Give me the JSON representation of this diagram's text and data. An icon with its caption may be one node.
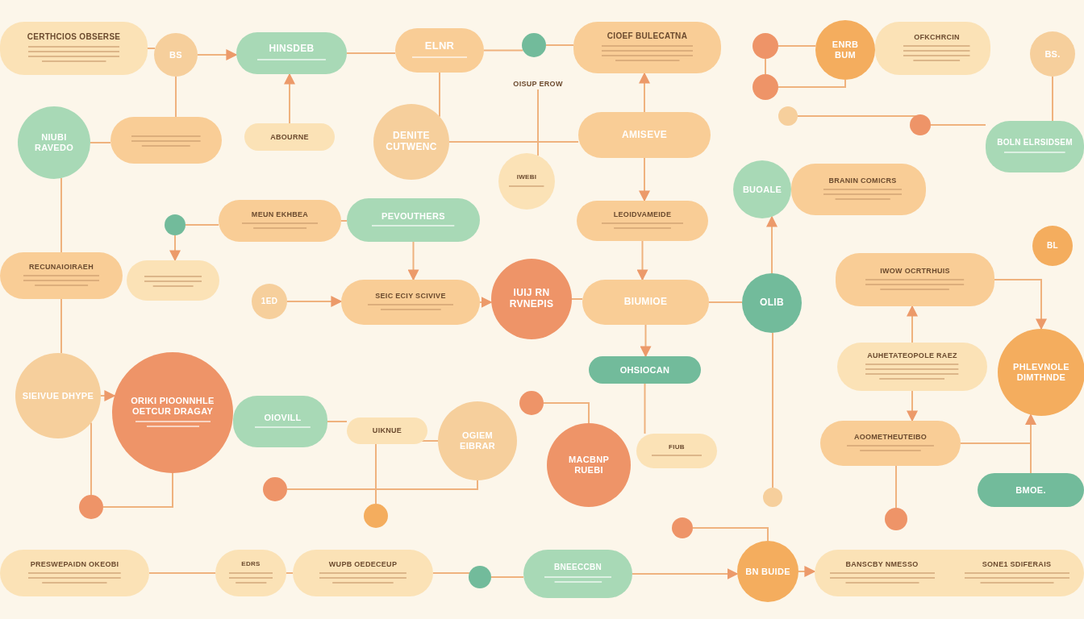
{
  "diagram": {
    "nodes": [
      {
        "text": [
          "CERTHCIOS OBSERSE"
        ]
      },
      {
        "text": [
          "BS"
        ]
      },
      {
        "text": [
          "HINSDEB"
        ]
      },
      {
        "text": [
          "ELNR"
        ]
      },
      {
        "text": [],
        "shape": "circle"
      },
      {
        "text": [
          "CIOEF BULECATNA"
        ]
      },
      {
        "text": [],
        "shape": "circle"
      },
      {
        "text": [
          "ENRB BUM"
        ]
      },
      {
        "text": [
          "OFKCHRCIN"
        ]
      },
      {
        "text": [
          "BS."
        ]
      },
      {
        "text": [],
        "shape": "circle"
      },
      {
        "text": [],
        "shape": "circle"
      },
      {
        "text": [],
        "shape": "circle"
      },
      {
        "text": [
          "BOLN ELRSIDSEM"
        ]
      },
      {
        "text": [
          "NIUBI RAVEDO"
        ]
      },
      {
        "text": [],
        "shape": "box"
      },
      {
        "text": [
          "ABOURNE"
        ]
      },
      {
        "text": [
          "DENITE CUTWENC"
        ]
      },
      {
        "text": [
          "OISUP EROW"
        ]
      },
      {
        "text": [
          "AMISEVE"
        ]
      },
      {
        "text": [
          "IWEBI"
        ]
      },
      {
        "text": [
          "BUOALE"
        ]
      },
      {
        "text": [
          "BRANIN COMICRS"
        ]
      },
      {
        "text": [],
        "shape": "circle"
      },
      {
        "text": [
          "MEUN EKHBEA"
        ]
      },
      {
        "text": [
          "PEVOUTHERS"
        ]
      },
      {
        "text": [
          "LEOIDVAMEIDE"
        ]
      },
      {
        "text": [
          "RECUNAIOIRAEH"
        ]
      },
      {
        "text": [],
        "shape": "box"
      },
      {
        "text": [
          "1ED"
        ]
      },
      {
        "text": [
          "SEIC ECIY SCIVIVE"
        ]
      },
      {
        "text": [
          "IUIJ RN RVNEPIS"
        ]
      },
      {
        "text": [
          "BIUMIOE"
        ]
      },
      {
        "text": [
          "OLIB"
        ]
      },
      {
        "text": [
          "IWOW OCRTRHUIS"
        ]
      },
      {
        "text": [
          "BL"
        ]
      },
      {
        "text": [
          "SIEIVUE DHYPE"
        ]
      },
      {
        "text": [
          "ORIKI PIOONNHLE OETCUR DRAGAY"
        ]
      },
      {
        "text": [
          "OIOVILL"
        ]
      },
      {
        "text": [
          "UIKNUE"
        ]
      },
      {
        "text": [
          "OGIEM EIBRAR"
        ]
      },
      {
        "text": [
          "OHSIOCAN"
        ]
      },
      {
        "text": [],
        "shape": "circle"
      },
      {
        "text": [
          "AUHETATEOPOLE RAEZ"
        ]
      },
      {
        "text": [
          "PHLEVNOLE DIMTHNDE"
        ]
      },
      {
        "text": [
          "MACBNP RUEBI"
        ]
      },
      {
        "text": [
          "FIUB"
        ]
      },
      {
        "text": [
          "AOOMETHEUTEIBO"
        ]
      },
      {
        "text": [
          "BMOE."
        ]
      },
      {
        "text": [],
        "shape": "circle"
      },
      {
        "text": [],
        "shape": "circle"
      },
      {
        "text": [],
        "shape": "circle"
      },
      {
        "text": [],
        "shape": "circle"
      },
      {
        "text": [],
        "shape": "circle"
      },
      {
        "text": [],
        "shape": "circle"
      },
      {
        "text": [
          "PRESWEPAIDN OKEOBI"
        ]
      },
      {
        "text": [
          "EDRS"
        ]
      },
      {
        "text": [
          "WUPB OEDECEUP"
        ]
      },
      {
        "text": [],
        "shape": "circle"
      },
      {
        "text": [
          "BNEECCBN"
        ]
      },
      {
        "text": [
          "BN BUIDE"
        ]
      },
      {
        "text": [
          "BANSCBY NMESSO",
          "SONE1 SDIFERAIS"
        ]
      }
    ],
    "edges": [
      {
        "from": 0,
        "to": 1,
        "arrow": "none"
      },
      {
        "from": 1,
        "to": 2,
        "arrow": "to"
      },
      {
        "from": 1,
        "to": 15,
        "arrow": "none"
      },
      {
        "from": 2,
        "to": 3,
        "arrow": "none"
      },
      {
        "from": 3,
        "to": 4,
        "arrow": "none"
      },
      {
        "from": 4,
        "to": 5,
        "arrow": "none"
      },
      {
        "from": 19,
        "to": 5,
        "arrow": "to"
      },
      {
        "from": 6,
        "to": 7,
        "arrow": "none"
      },
      {
        "from": 10,
        "to": 7,
        "arrow": "none"
      },
      {
        "from": 14,
        "to": 15,
        "arrow": "none"
      },
      {
        "from": 16,
        "to": 2,
        "arrow": "to"
      },
      {
        "from": 3,
        "to": 17,
        "arrow": "none"
      },
      {
        "from": 17,
        "to": 19,
        "arrow": "none"
      },
      {
        "from": 19,
        "to": 26,
        "arrow": "to"
      },
      {
        "from": 26,
        "to": 32,
        "arrow": "to"
      },
      {
        "from": 32,
        "to": 41,
        "arrow": "to"
      },
      {
        "from": 23,
        "to": 24,
        "arrow": "none"
      },
      {
        "from": 24,
        "to": 25,
        "arrow": "none"
      },
      {
        "from": 23,
        "to": 28,
        "arrow": "to"
      },
      {
        "from": 27,
        "to": 14,
        "arrow": "none"
      },
      {
        "from": 27,
        "to": 36,
        "arrow": "none"
      },
      {
        "from": 29,
        "to": 30,
        "arrow": "to"
      },
      {
        "from": 30,
        "to": 31,
        "arrow": "to"
      },
      {
        "from": 31,
        "to": 32,
        "arrow": "none"
      },
      {
        "from": 32,
        "to": 33,
        "arrow": "none"
      },
      {
        "from": 33,
        "to": 21,
        "arrow": "to"
      },
      {
        "from": 43,
        "to": 34,
        "arrow": "to"
      },
      {
        "from": 34,
        "to": 44,
        "arrow": "to"
      },
      {
        "from": 43,
        "to": 47,
        "arrow": "to"
      },
      {
        "from": 47,
        "to": 48,
        "arrow": "none"
      },
      {
        "from": 48,
        "to": 44,
        "arrow": "to"
      },
      {
        "from": 36,
        "to": 37,
        "arrow": "to"
      },
      {
        "from": 38,
        "to": 39,
        "arrow": "none"
      },
      {
        "from": 40,
        "to": 51,
        "arrow": "none"
      },
      {
        "from": 50,
        "to": 40,
        "arrow": "none"
      },
      {
        "from": 36,
        "to": 49,
        "arrow": "none"
      },
      {
        "from": 49,
        "to": 37,
        "arrow": "none"
      },
      {
        "from": 41,
        "to": 46,
        "arrow": "none"
      },
      {
        "from": 42,
        "to": 45,
        "arrow": "none"
      },
      {
        "from": 55,
        "to": 56,
        "arrow": "none"
      },
      {
        "from": 56,
        "to": 57,
        "arrow": "none"
      },
      {
        "from": 57,
        "to": 58,
        "arrow": "none"
      },
      {
        "from": 58,
        "to": 59,
        "arrow": "none"
      },
      {
        "from": 59,
        "to": 60,
        "arrow": "to"
      },
      {
        "from": 60,
        "to": 61,
        "arrow": "to"
      },
      {
        "from": 54,
        "to": 47,
        "arrow": "none"
      },
      {
        "from": 53,
        "to": 60,
        "arrow": "none"
      },
      {
        "from": 52,
        "to": 33,
        "arrow": "none"
      },
      {
        "from": 11,
        "to": 12,
        "arrow": "none"
      },
      {
        "from": 12,
        "to": 13,
        "arrow": "none"
      },
      {
        "from": 9,
        "to": 13,
        "arrow": "none"
      },
      {
        "from": 6,
        "to": 10,
        "arrow": "none"
      },
      {
        "from": 25,
        "to": 30,
        "arrow": "to"
      },
      {
        "from": 18,
        "to": 20,
        "arrow": "none"
      }
    ]
  }
}
